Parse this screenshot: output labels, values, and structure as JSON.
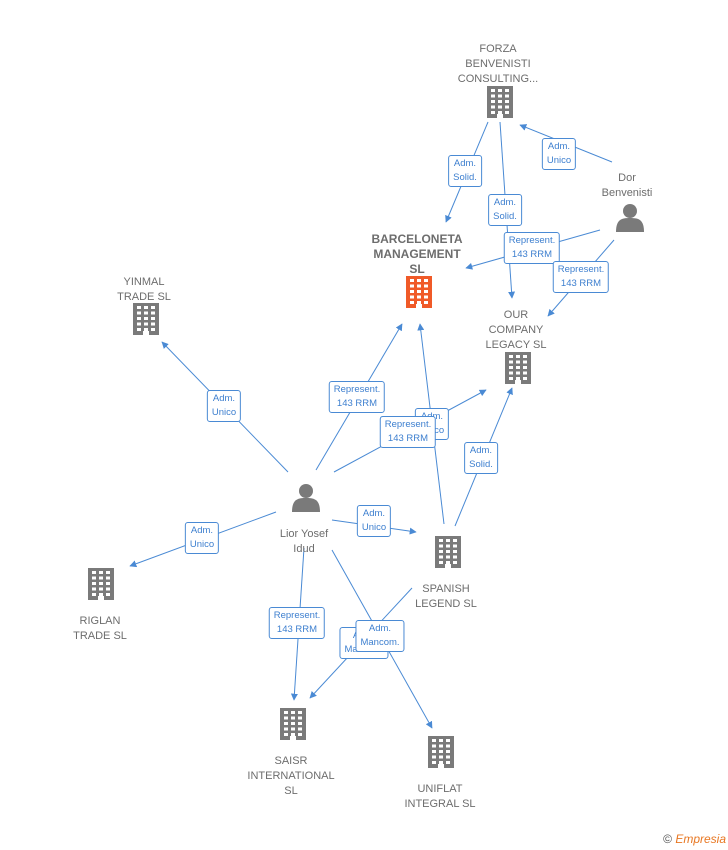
{
  "nodes": [
    {
      "id": "barceloneta",
      "kind": "company",
      "main": true,
      "label": "BARCELONETA\nMANAGEMENT\nSL"
    },
    {
      "id": "forza",
      "kind": "company",
      "label": "FORZA\nBENVENISTI\nCONSULTING..."
    },
    {
      "id": "dor",
      "kind": "person",
      "label": "Dor\nBenvenisti"
    },
    {
      "id": "ourcompany",
      "kind": "company",
      "label": "OUR\nCOMPANY\nLEGACY  SL"
    },
    {
      "id": "yinmal",
      "kind": "company",
      "label": "YINMAL\nTRADE  SL"
    },
    {
      "id": "lior",
      "kind": "person",
      "label": "Lior Yosef\nIdud"
    },
    {
      "id": "spanish",
      "kind": "company",
      "label": "SPANISH\nLEGEND SL"
    },
    {
      "id": "riglan",
      "kind": "company",
      "label": "RIGLAN\nTRADE  SL"
    },
    {
      "id": "saisr",
      "kind": "company",
      "label": "SAISR\nINTERNATIONAL\nSL"
    },
    {
      "id": "uniflat",
      "kind": "company",
      "label": "UNIFLAT\nINTEGRAL SL"
    }
  ],
  "edges": [
    {
      "from": "forza",
      "to": "barceloneta",
      "label": "Adm.\nSolid."
    },
    {
      "from": "forza",
      "to": "ourcompany",
      "label": "Adm.\nSolid."
    },
    {
      "from": "dor",
      "to": "forza",
      "label": "Adm.\nUnico"
    },
    {
      "from": "dor",
      "to": "barceloneta",
      "label": "Represent.\n143 RRM"
    },
    {
      "from": "dor",
      "to": "ourcompany",
      "label": "Represent.\n143 RRM"
    },
    {
      "from": "lior",
      "to": "yinmal",
      "label": "Adm.\nUnico"
    },
    {
      "from": "lior",
      "to": "barceloneta",
      "label": "Represent.\n143 RRM"
    },
    {
      "from": "lior",
      "to": "ourcompany",
      "label": "Adm.\nUnico"
    },
    {
      "from": "spanish",
      "to": "barceloneta",
      "label": "Represent.\n143 RRM"
    },
    {
      "from": "spanish",
      "to": "ourcompany",
      "label": "Adm.\nSolid."
    },
    {
      "from": "lior",
      "to": "spanish",
      "label": "Adm.\nUnico"
    },
    {
      "from": "lior",
      "to": "riglan",
      "label": "Adm.\nUnico"
    },
    {
      "from": "lior",
      "to": "saisr",
      "label": "Represent.\n143 RRM"
    },
    {
      "from": "spanish",
      "to": "saisr",
      "label": "Adm.\nMancom."
    },
    {
      "from": "lior",
      "to": "uniflat",
      "label": "Adm.\nMancom."
    }
  ],
  "colors": {
    "edge": "#4a8ad4",
    "node": "#7a7a7a",
    "main_node": "#f05a28"
  },
  "footer": {
    "copyright": "©",
    "brand": "Empresia"
  }
}
